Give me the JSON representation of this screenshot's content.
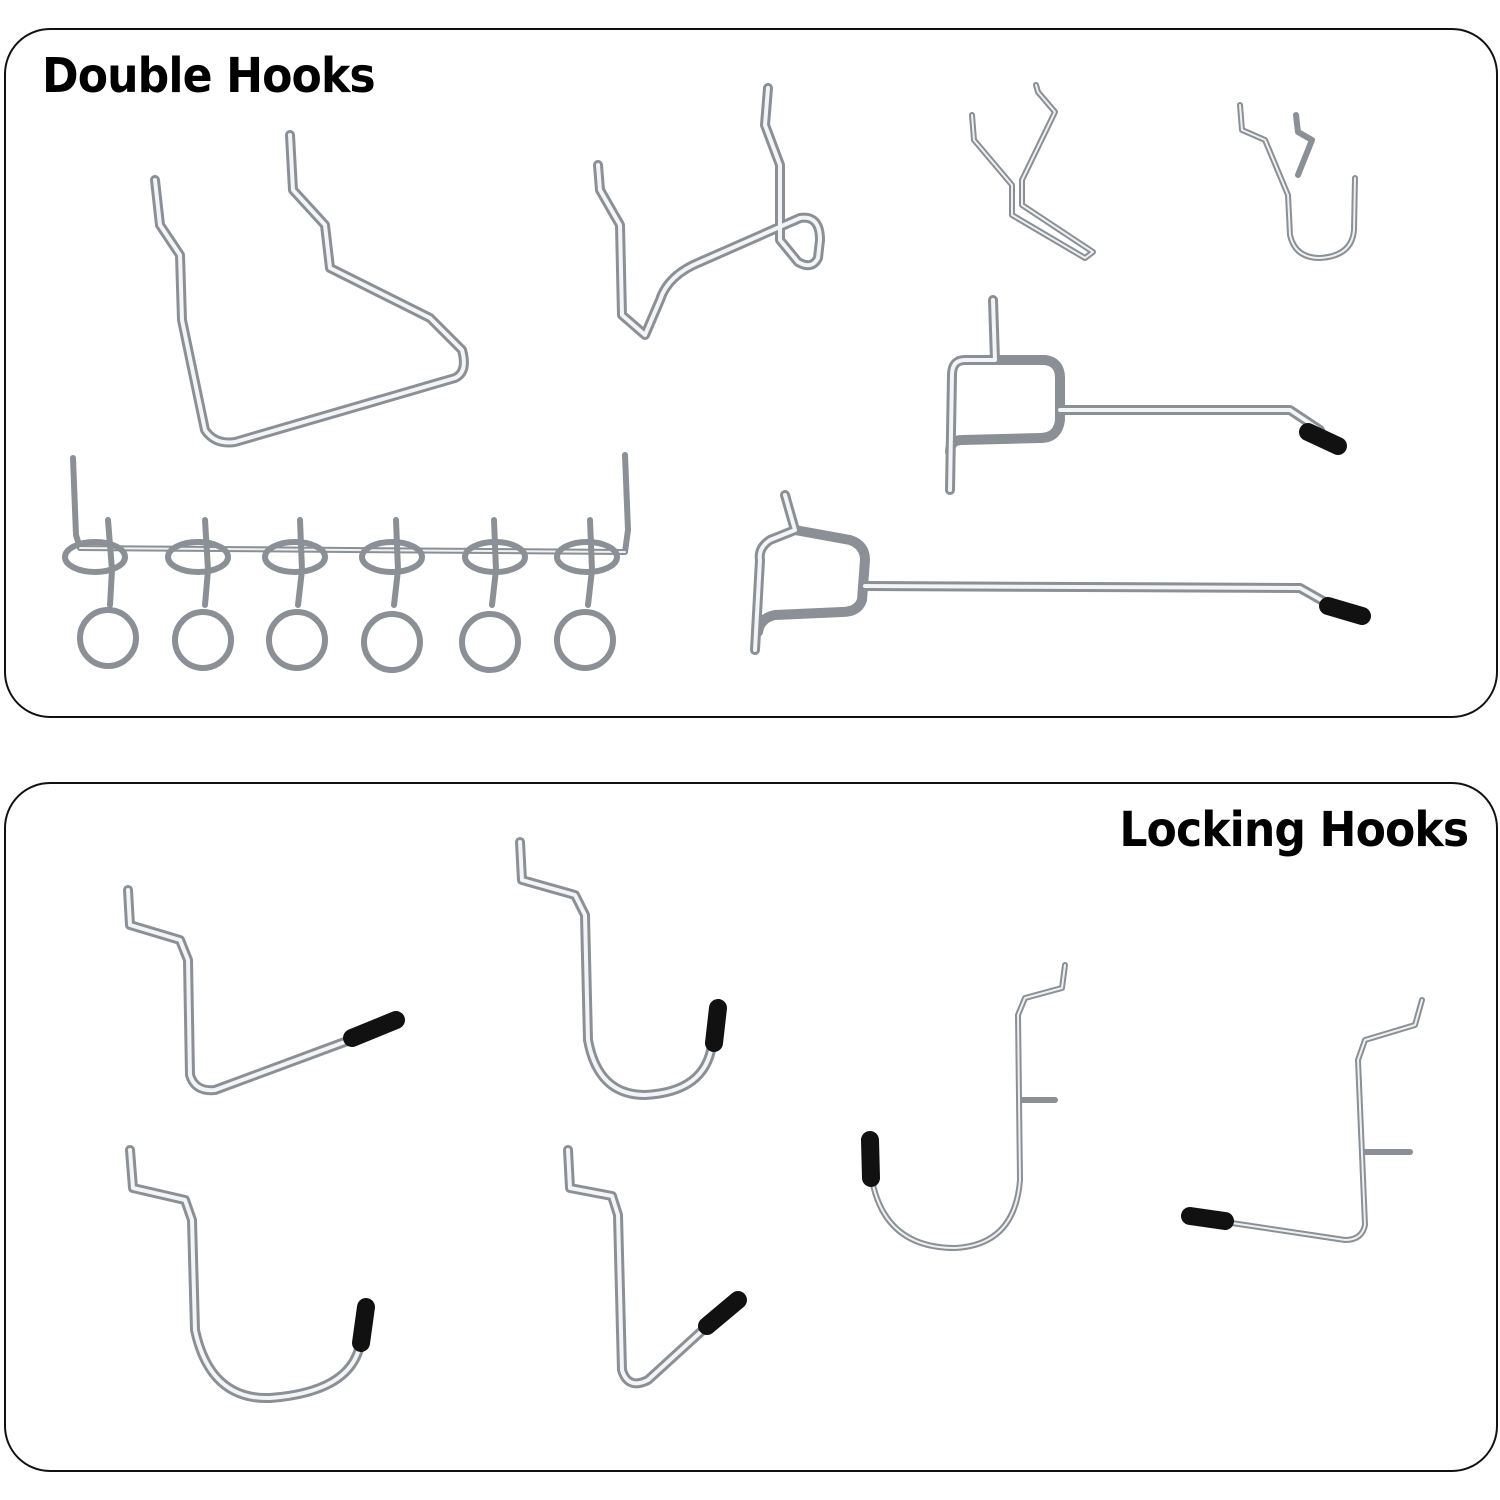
{
  "panels": {
    "double_hooks": {
      "title": "Double Hooks",
      "items": [
        "v-double-hook",
        "loop-double-hook",
        "small-double-hook",
        "j-double-hook",
        "short-loop-hook",
        "long-loop-hook",
        "multi-ring-hook"
      ]
    },
    "locking_hooks": {
      "title": "Locking Hooks",
      "items": [
        "l-hook-capped",
        "j-hook-capped",
        "u-hook-capped",
        "angled-hook-capped",
        "locking-j-hook",
        "locking-l-hook"
      ]
    }
  },
  "colors": {
    "border": "#111111",
    "metal": "#8a9096",
    "metal_highlight": "#f2f4f6",
    "cap": "#111111"
  }
}
